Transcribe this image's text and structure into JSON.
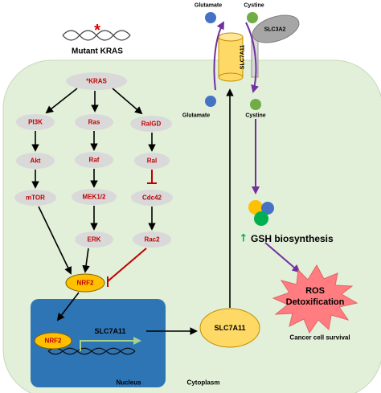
{
  "title": "Mutant KRAS",
  "mutation_mark": "*",
  "pathway": {
    "kras": "*KRAS",
    "pi3k": "PI3K",
    "akt": "Akt",
    "mtor": "mTOR",
    "ras": "Ras",
    "raf": "Raf",
    "mek": "MEK1/2",
    "erk": "ERK",
    "ralgd": "RalGD",
    "ral": "Ral",
    "cdc42": "Cdc42",
    "rac2": "Rac2"
  },
  "nrf2": "NRF2",
  "nucleus": {
    "nrf2": "NRF2",
    "gene": "SLC7A11",
    "label": "Nucleus"
  },
  "cytoplasm_label": "Cytoplasm",
  "slc7a11_protein": "SLC7A11",
  "transporter": {
    "slc7a11": "SLC7A11",
    "slc3a2": "SLC3A2",
    "glutamate_out": "Glutamate",
    "cystine_out": "Cystine",
    "glutamate_in": "Glutamate",
    "cystine_in": "Cystine"
  },
  "gsh": {
    "arrow_glyph": "↑",
    "label": "GSH biosynthesis"
  },
  "ros": {
    "line1": "ROS",
    "line2": "Detoxification"
  },
  "survival": "Cancer cell survival",
  "colors": {
    "cell_fill": "#e2efd9",
    "nucleus_fill": "#2e75b6",
    "pathway_node": "#d9d9d9",
    "pathway_text": "#c00000",
    "nrf2_fill": "#ffc000",
    "purple_arrow": "#7030a0",
    "inhibit_red": "#c00000",
    "glutamate_blue": "#4472c4",
    "cystine_green": "#70ad47",
    "ros_burst": "#ff7c80",
    "gene_arrow": "#a9d18e"
  }
}
